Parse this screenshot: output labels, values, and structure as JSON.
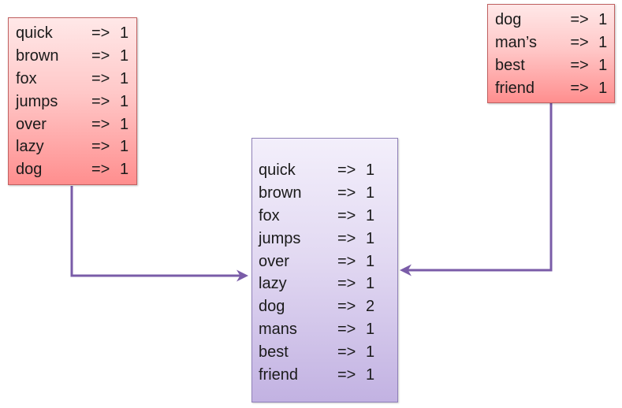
{
  "map_left": {
    "rows": [
      {
        "word": "quick",
        "arrow": "=>",
        "count": "1"
      },
      {
        "word": "brown",
        "arrow": "=>",
        "count": "1"
      },
      {
        "word": "fox",
        "arrow": "=>",
        "count": "1"
      },
      {
        "word": "jumps",
        "arrow": "=>",
        "count": "1"
      },
      {
        "word": "over",
        "arrow": "=>",
        "count": "1"
      },
      {
        "word": "lazy",
        "arrow": "=>",
        "count": "1"
      },
      {
        "word": "dog",
        "arrow": "=>",
        "count": "1"
      }
    ]
  },
  "map_right": {
    "rows": [
      {
        "word": "dog",
        "arrow": "=>",
        "count": "1"
      },
      {
        "word": "man’s",
        "arrow": "=>",
        "count": "1"
      },
      {
        "word": "best",
        "arrow": "=>",
        "count": "1"
      },
      {
        "word": "friend",
        "arrow": "=>",
        "count": "1"
      }
    ]
  },
  "reduce": {
    "rows": [
      {
        "word": "quick",
        "arrow": "=>",
        "count": "1"
      },
      {
        "word": "brown",
        "arrow": "=>",
        "count": "1"
      },
      {
        "word": "fox",
        "arrow": "=>",
        "count": "1"
      },
      {
        "word": "jumps",
        "arrow": "=>",
        "count": "1"
      },
      {
        "word": "over",
        "arrow": "=>",
        "count": "1"
      },
      {
        "word": "lazy",
        "arrow": "=>",
        "count": "1"
      },
      {
        "word": "dog",
        "arrow": "=>",
        "count": "2"
      },
      {
        "word": "mans",
        "arrow": "=>",
        "count": "1"
      },
      {
        "word": "best",
        "arrow": "=>",
        "count": "1"
      },
      {
        "word": "friend",
        "arrow": "=>",
        "count": "1"
      }
    ]
  },
  "colors": {
    "map_box": "#ff9f9f",
    "reduce_box": "#cfc2ea",
    "connector": "#7a5ca8"
  }
}
